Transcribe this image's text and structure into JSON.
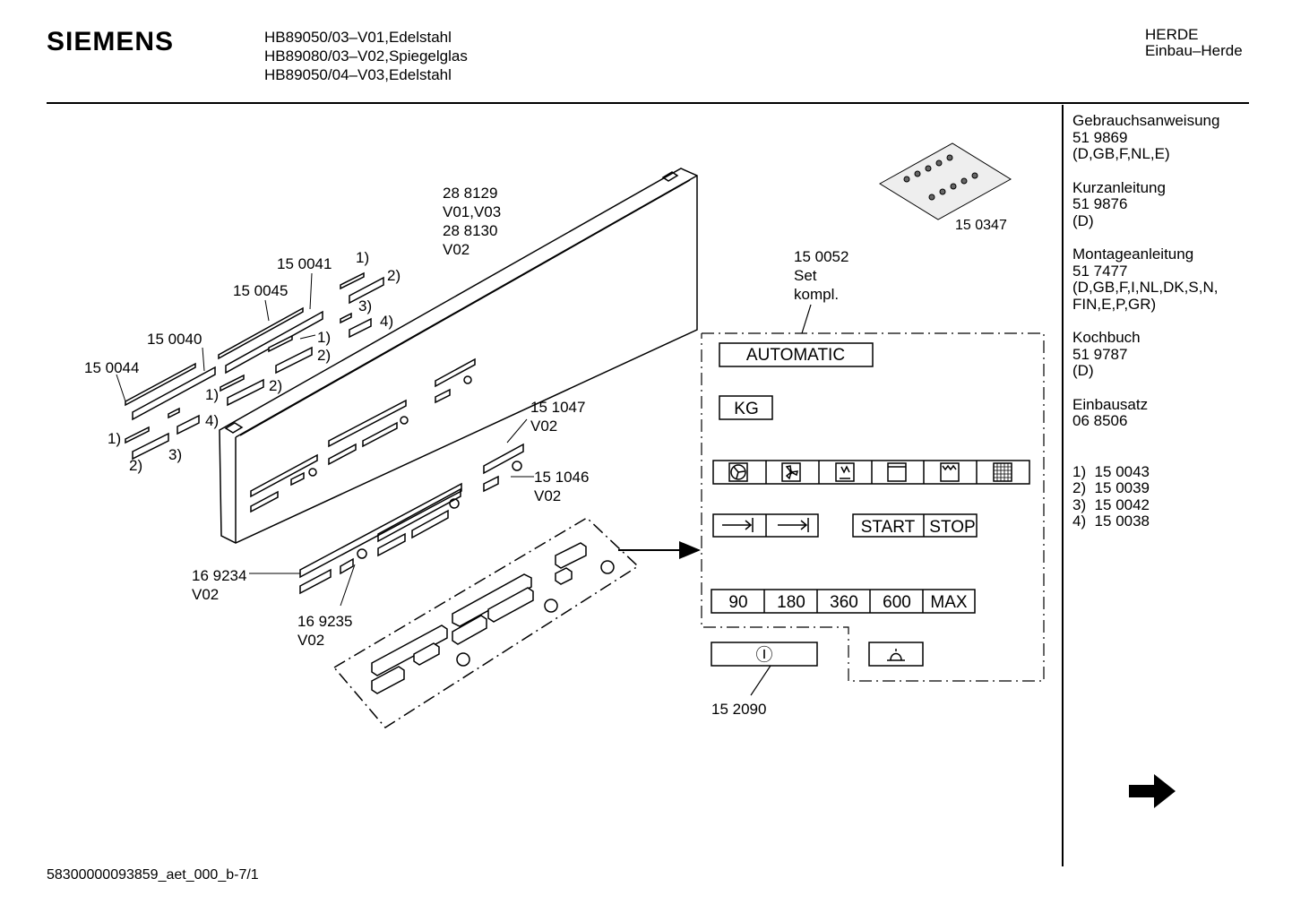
{
  "header": {
    "brand": "SIEMENS",
    "models": [
      "HB89050/03–V01,Edelstahl",
      "HB89080/03–V02,Spiegelglas",
      "HB89050/04–V03,Edelstahl"
    ],
    "category": [
      "HERDE",
      "Einbau–Herde"
    ]
  },
  "sidebar": {
    "documents": [
      {
        "lines": [
          "Gebrauchsanweisung",
          "51 9869",
          "(D,GB,F,NL,E)"
        ]
      },
      {
        "lines": [
          "Kurzanleitung",
          "51 9876",
          "(D)"
        ]
      },
      {
        "lines": [
          "Montageanleitung",
          "51 7477",
          "(D,GB,F,I,NL,DK,S,N,",
          "FIN,E,P,GR)"
        ]
      },
      {
        "lines": [
          "Kochbuch",
          "51 9787",
          "(D)"
        ]
      },
      {
        "lines": [
          "Einbausatz",
          "06 8506"
        ]
      }
    ],
    "notes": [
      "1)  15 0043",
      "2)  15 0039",
      "3)  15 0042",
      "4)  15 0038"
    ]
  },
  "labels": {
    "panel_part": [
      "28 8129",
      "V01,V03",
      "28 8130",
      "V02"
    ],
    "screw_bag": "15 0347",
    "set": [
      "15 0052",
      "Set",
      "kompl."
    ],
    "p150041": "15 0041",
    "p150045": "15 0045",
    "p150040": "15 0040",
    "p150044": "15 0044",
    "p151047": [
      "15 1047",
      "V02"
    ],
    "p151046": [
      "15 1046",
      "V02"
    ],
    "p169234": [
      "16 9234",
      "V02"
    ],
    "p169235": [
      "16 9235",
      "V02"
    ],
    "p152090": "15 2090",
    "n1": "1)",
    "n2": "2)",
    "n3": "3)",
    "n4": "4)"
  },
  "buttons": {
    "automatic": "AUTOMATIC",
    "kg": "KG",
    "start": "START",
    "stop": "STOP",
    "times": [
      "90",
      "180",
      "360",
      "600",
      "MAX"
    ],
    "power_symbol": "Ⓘ"
  },
  "footer": "58300000093859_aet_000_b-7/1",
  "icons": [
    "fan-grill-icon",
    "fan-icon",
    "bottom-heat-icon",
    "oven-icon",
    "top-heat-icon",
    "grill-grid-icon",
    "bell-icon",
    "next-page-arrow-icon"
  ]
}
